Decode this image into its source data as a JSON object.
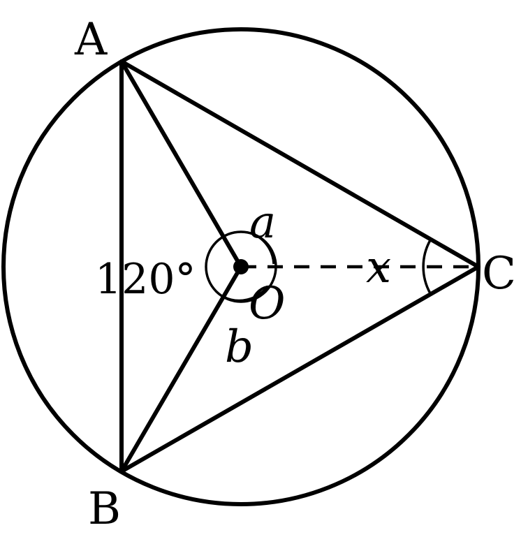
{
  "points": {
    "A": "A",
    "B": "B",
    "C": "C",
    "O": "O"
  },
  "angles": {
    "central_AOB": "120°",
    "a": "a",
    "b": "b",
    "x": "x"
  },
  "colors": {
    "stroke": "#000000",
    "background": "#ffffff"
  }
}
